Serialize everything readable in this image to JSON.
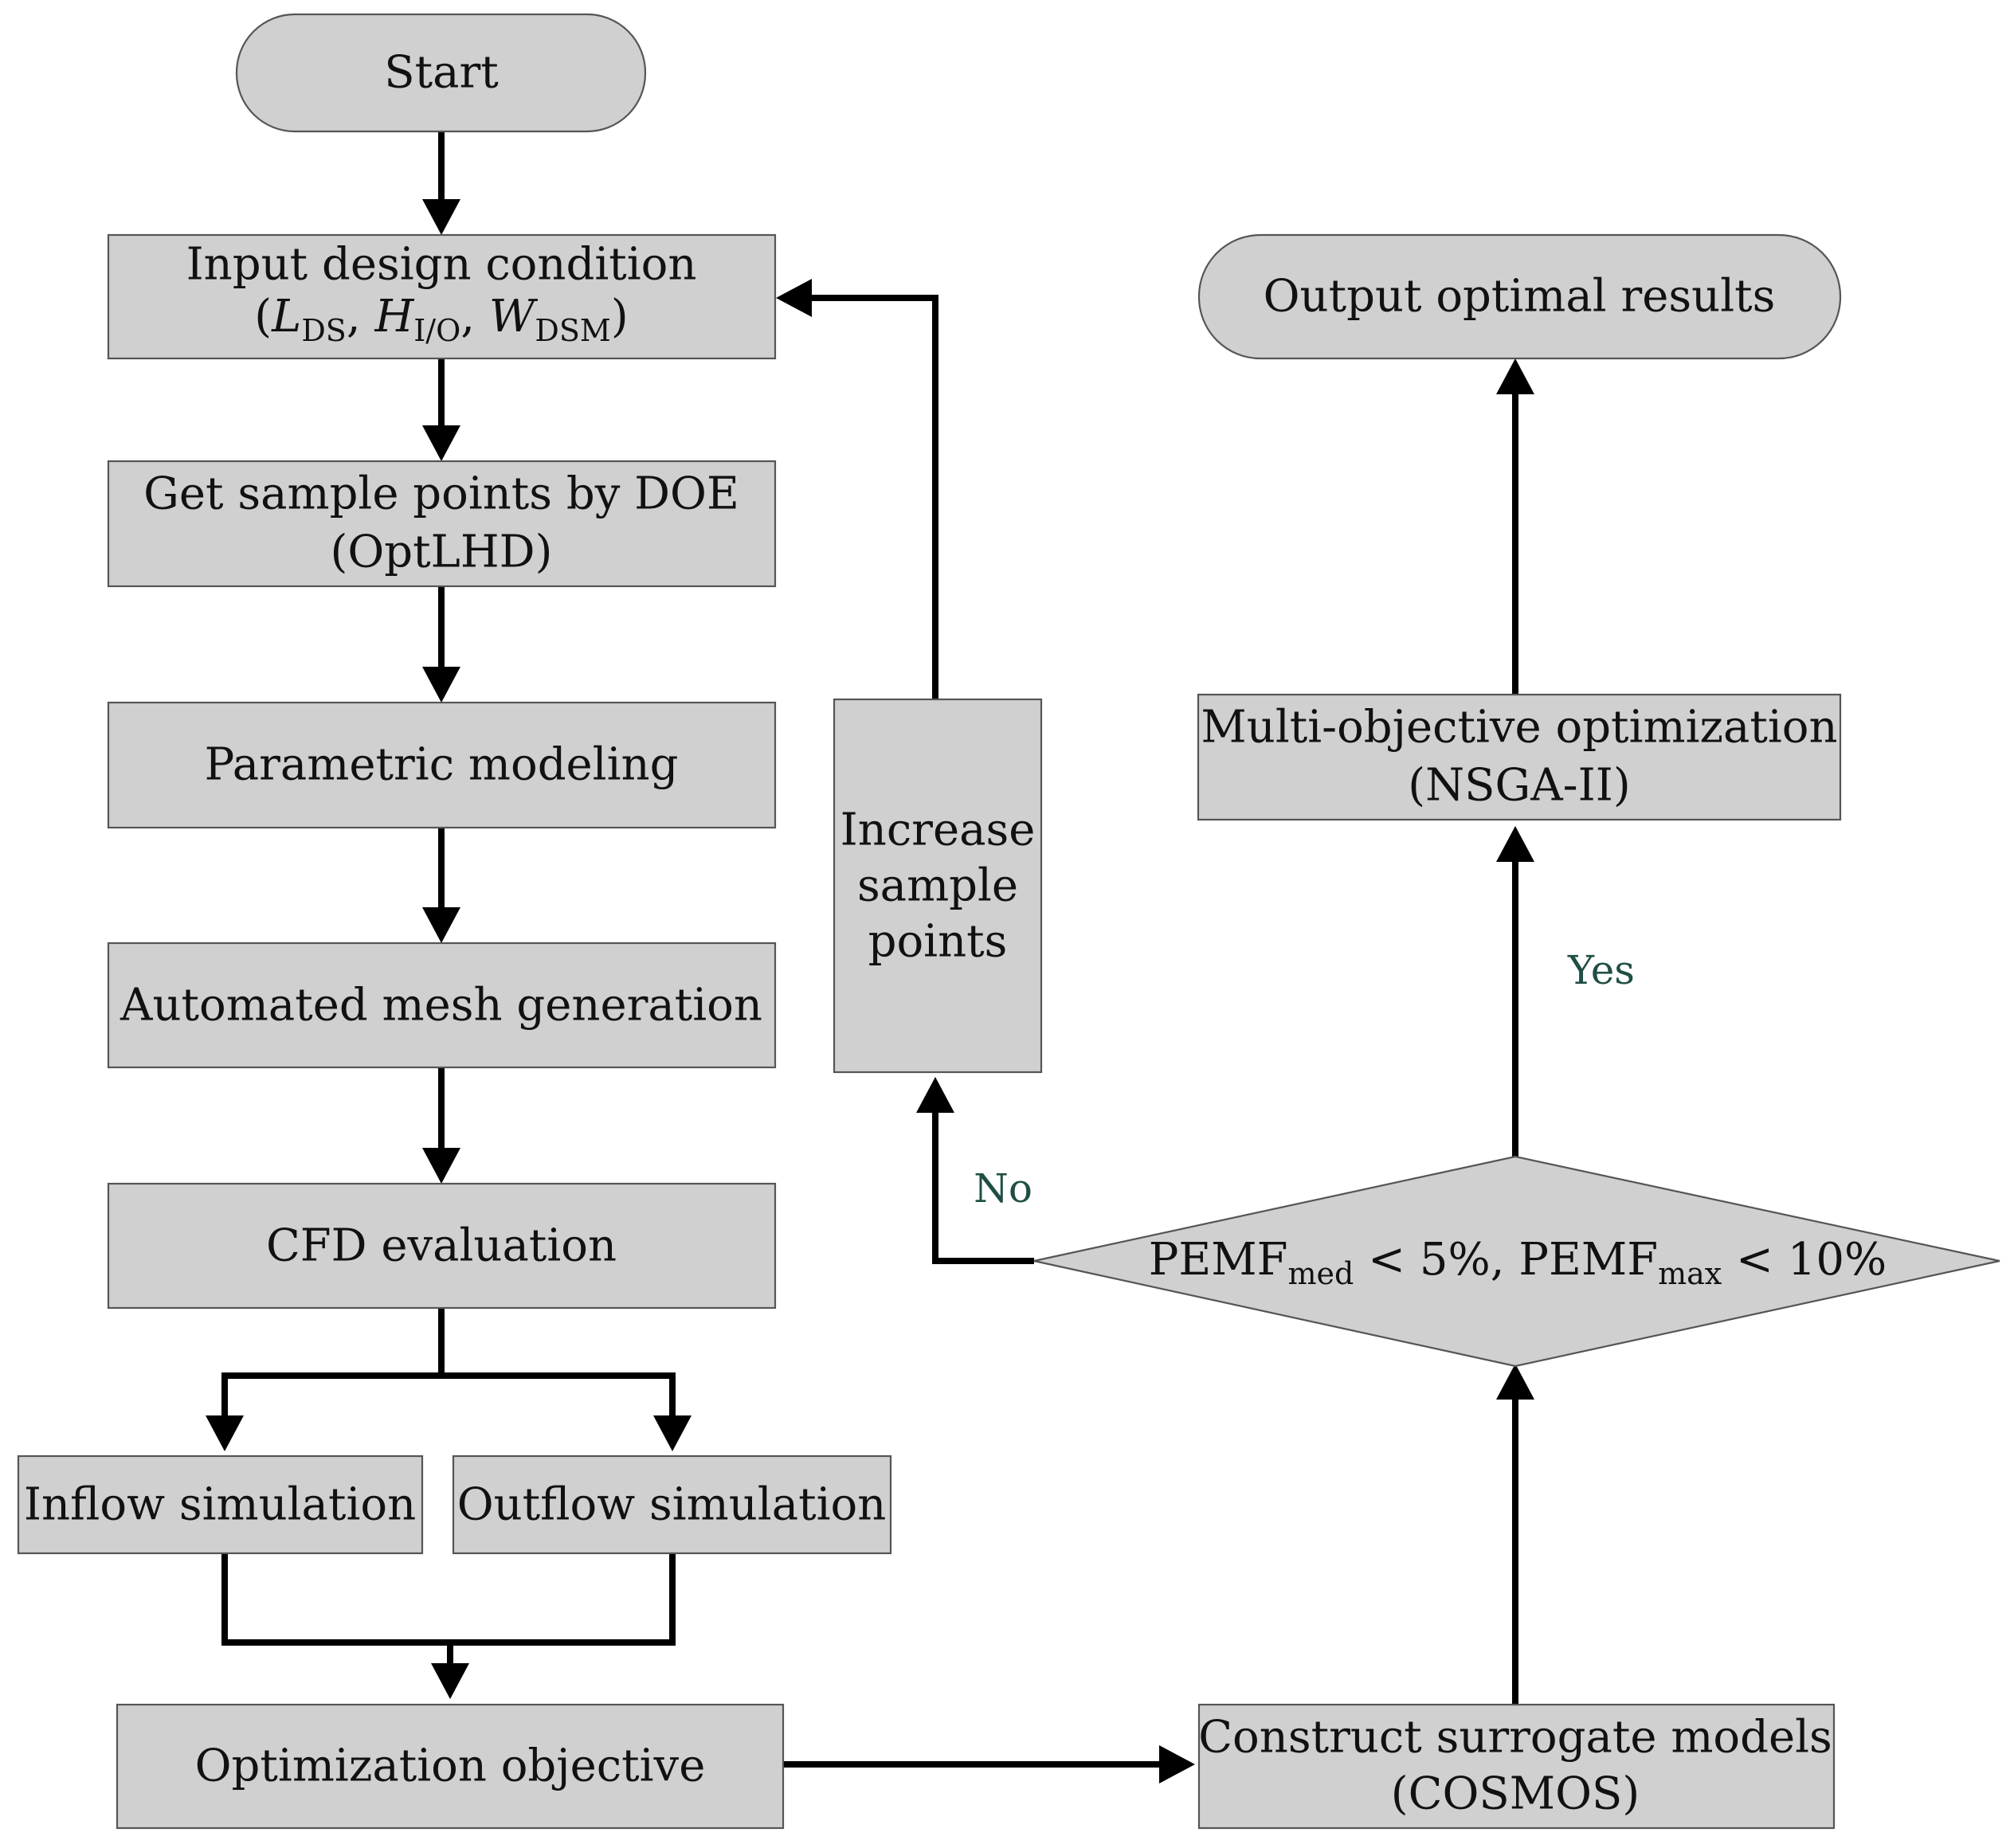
{
  "nodes": {
    "start": {
      "text": "Start"
    },
    "input_design": {
      "line1": "Input design condition",
      "vars": [
        {
          "main": "L",
          "sub": "DS"
        },
        {
          "main": "H",
          "sub": "I/O"
        },
        {
          "main": "W",
          "sub": "DSM"
        }
      ]
    },
    "sample_points": {
      "line1": "Get sample points by DOE",
      "line2": "(OptLHD)"
    },
    "parametric": {
      "text": "Parametric modeling"
    },
    "mesh": {
      "text": "Automated mesh generation"
    },
    "cfd": {
      "text": "CFD evaluation"
    },
    "inflow": {
      "text": "Inflow simulation"
    },
    "outflow": {
      "text": "Outflow simulation"
    },
    "optimization_objective": {
      "text": "Optimization objective"
    },
    "surrogate": {
      "line1": "Construct surrogate models",
      "line2": "(COSMOS)"
    },
    "decision": {
      "part1_main": "PEMF",
      "part1_sub": "med",
      "part1_rest": " < 5%, ",
      "part2_main": "PEMF",
      "part2_sub": "max",
      "part2_rest": " < 10%"
    },
    "increase": {
      "line1": "Increase",
      "line2": "sample",
      "line3": "points"
    },
    "multi_objective": {
      "line1": "Multi-objective optimization",
      "line2": "(NSGA-II)"
    },
    "output": {
      "text": "Output optimal results"
    }
  },
  "edges": {
    "no_label": "No",
    "yes_label": "Yes"
  }
}
